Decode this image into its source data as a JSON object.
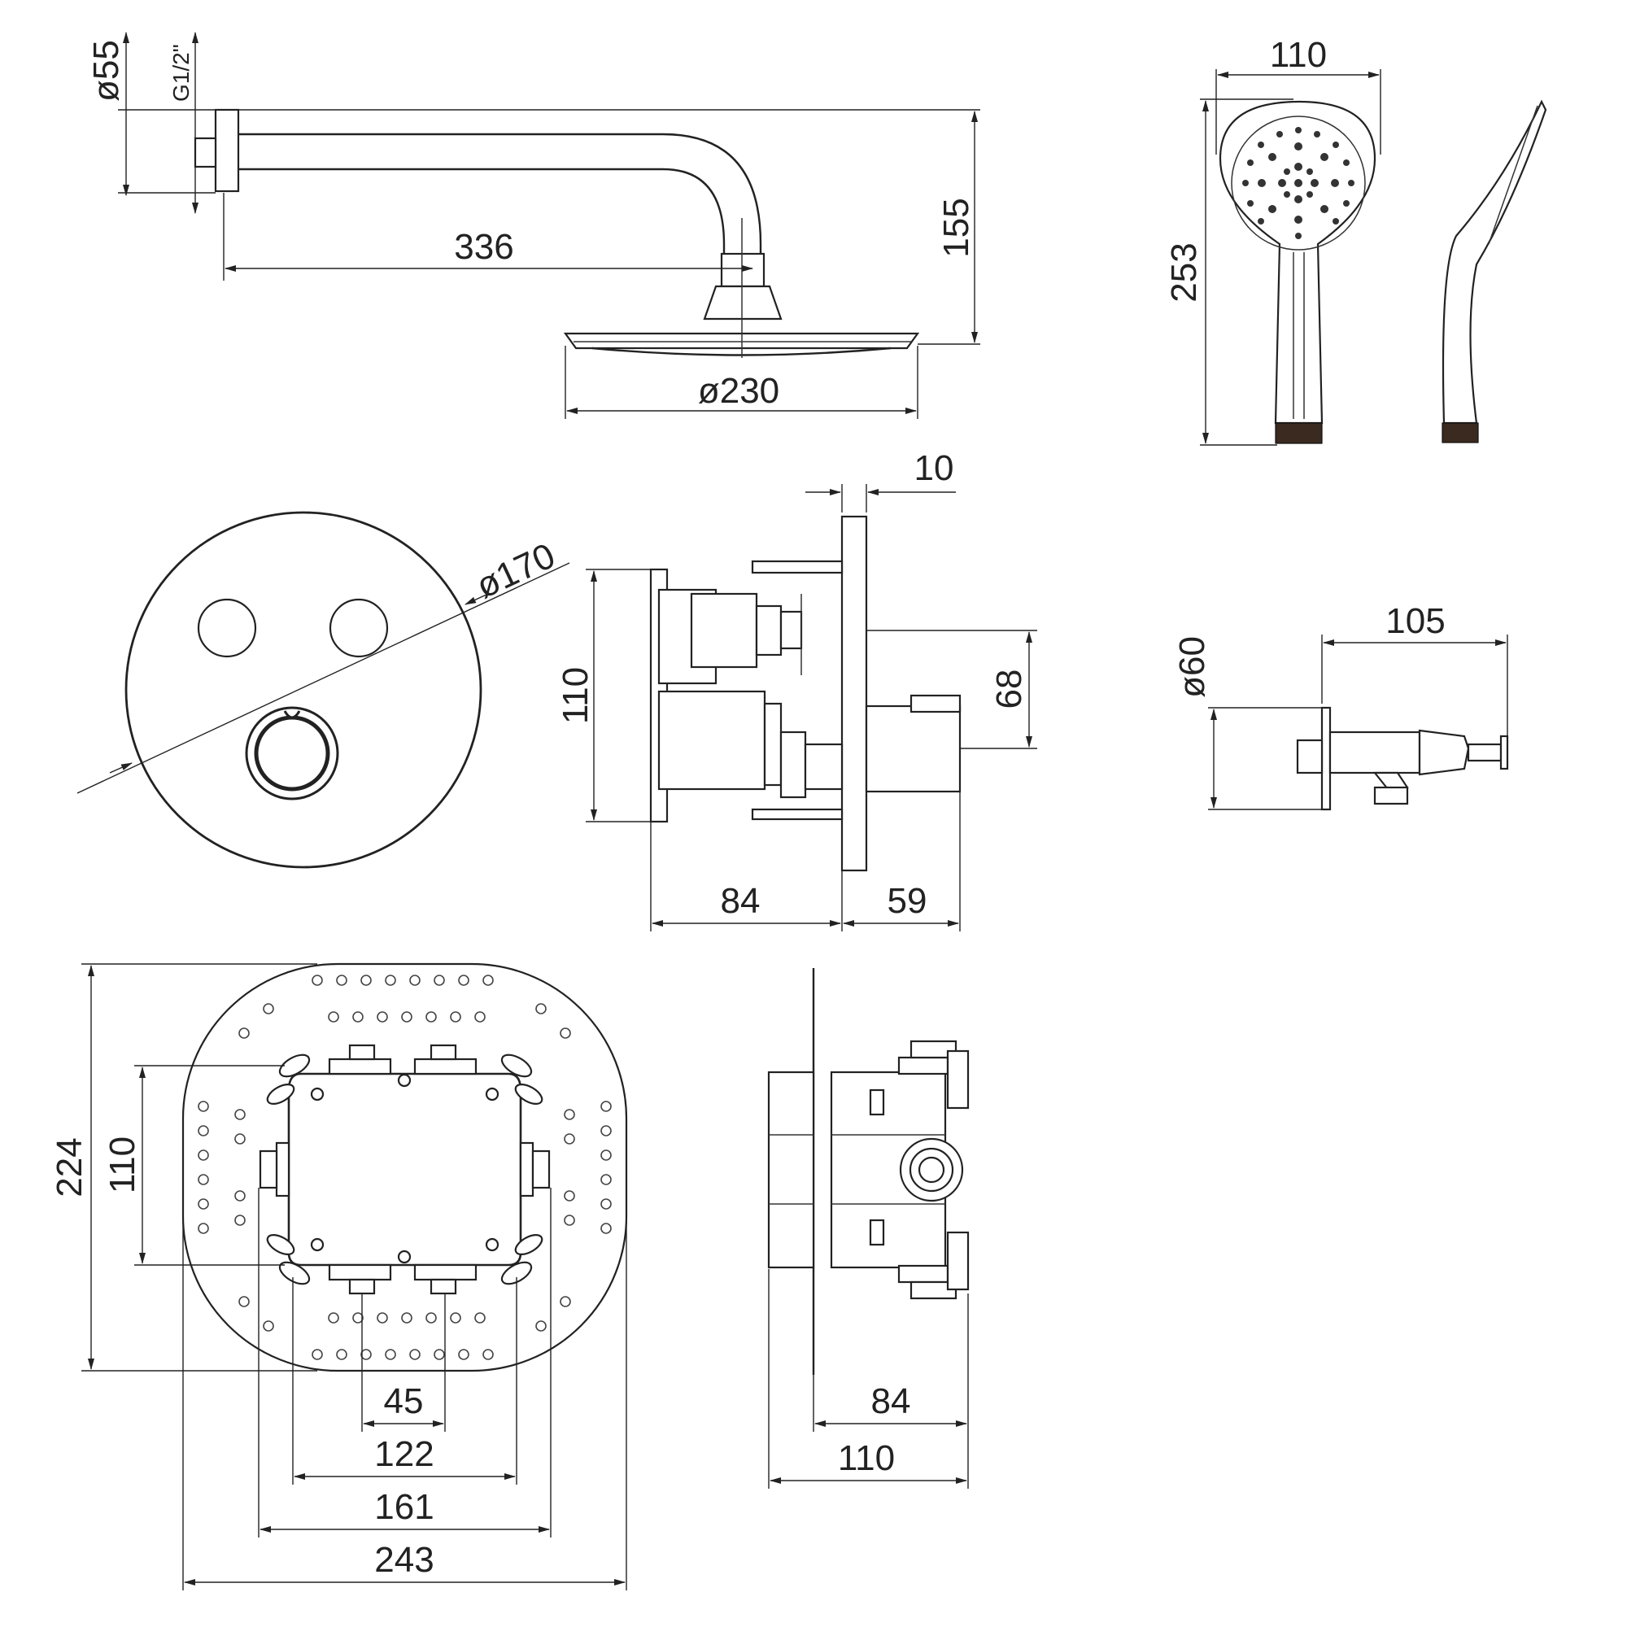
{
  "shower_arm": {
    "dia_flange": "ø55",
    "thread": "G1/2\"",
    "length": "336",
    "height": "155",
    "head_dia": "ø230"
  },
  "hand_shower": {
    "width": "110",
    "length": "253"
  },
  "control_plate": {
    "diameter": "ø170"
  },
  "side_section": {
    "plate_thickness": "10",
    "body_height": "110",
    "knob_height": "68",
    "body_depth": "84",
    "knob_depth": "59"
  },
  "wall_outlet": {
    "diameter": "ø60",
    "length": "105"
  },
  "mounting_box": {
    "height_total": "224",
    "height_inner": "110",
    "inlet_spacing": "45",
    "width_a": "122",
    "width_b": "161",
    "width_total": "243"
  },
  "box_side": {
    "depth_a": "84",
    "depth_b": "110"
  }
}
